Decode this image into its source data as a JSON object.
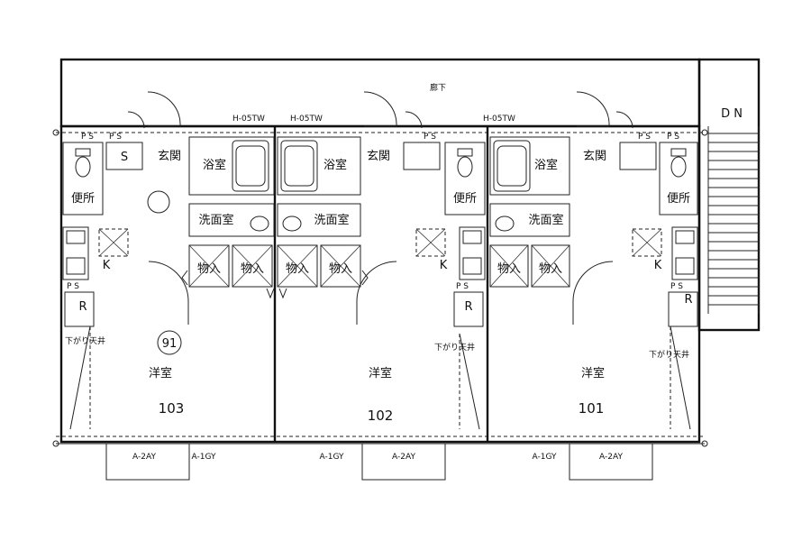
{
  "corridor_label": "廊下",
  "stairs_label": "D N",
  "window_codes": {
    "h05tw": "H-05TW",
    "a1gy": "A-1GY",
    "a2ay": "A-2AY"
  },
  "common_labels": {
    "ps": "P S",
    "genkan": "玄関",
    "yokushitsu": "浴室",
    "senmenshitsu": "洗面室",
    "benjo": "便所",
    "monoire": "物入",
    "yoshitsu": "洋室",
    "sagari": "下がり天井",
    "k": "K",
    "r": "R",
    "s": "S"
  },
  "units": [
    {
      "number": "103",
      "circled": "91"
    },
    {
      "number": "102"
    },
    {
      "number": "101"
    }
  ]
}
